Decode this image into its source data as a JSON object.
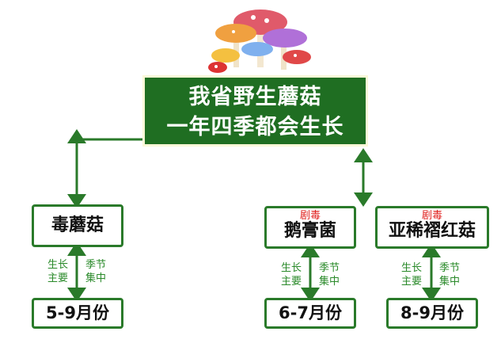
{
  "title": {
    "line1": "我省野生蘑菇",
    "line2": "一年四季都会生长"
  },
  "colors": {
    "green": "#1f6e22",
    "border": "#2a7a2a",
    "label": "#2a8a2a",
    "warning": "#e0201e"
  },
  "branches": [
    {
      "name": "毒蘑菇",
      "warning": "",
      "labels_left": [
        "生长",
        "主要"
      ],
      "labels_right": [
        "季节",
        "集中"
      ],
      "months": "5-9月份"
    },
    {
      "name": "鹅膏菌",
      "warning": "剧毒",
      "labels_left": [
        "生长",
        "主要"
      ],
      "labels_right": [
        "季节",
        "集中"
      ],
      "months": "6-7月份"
    },
    {
      "name": "亚稀褶红菇",
      "warning": "剧毒",
      "labels_left": [
        "生长",
        "主要"
      ],
      "labels_right": [
        "季节",
        "集中"
      ],
      "months": "8-9月份"
    }
  ]
}
